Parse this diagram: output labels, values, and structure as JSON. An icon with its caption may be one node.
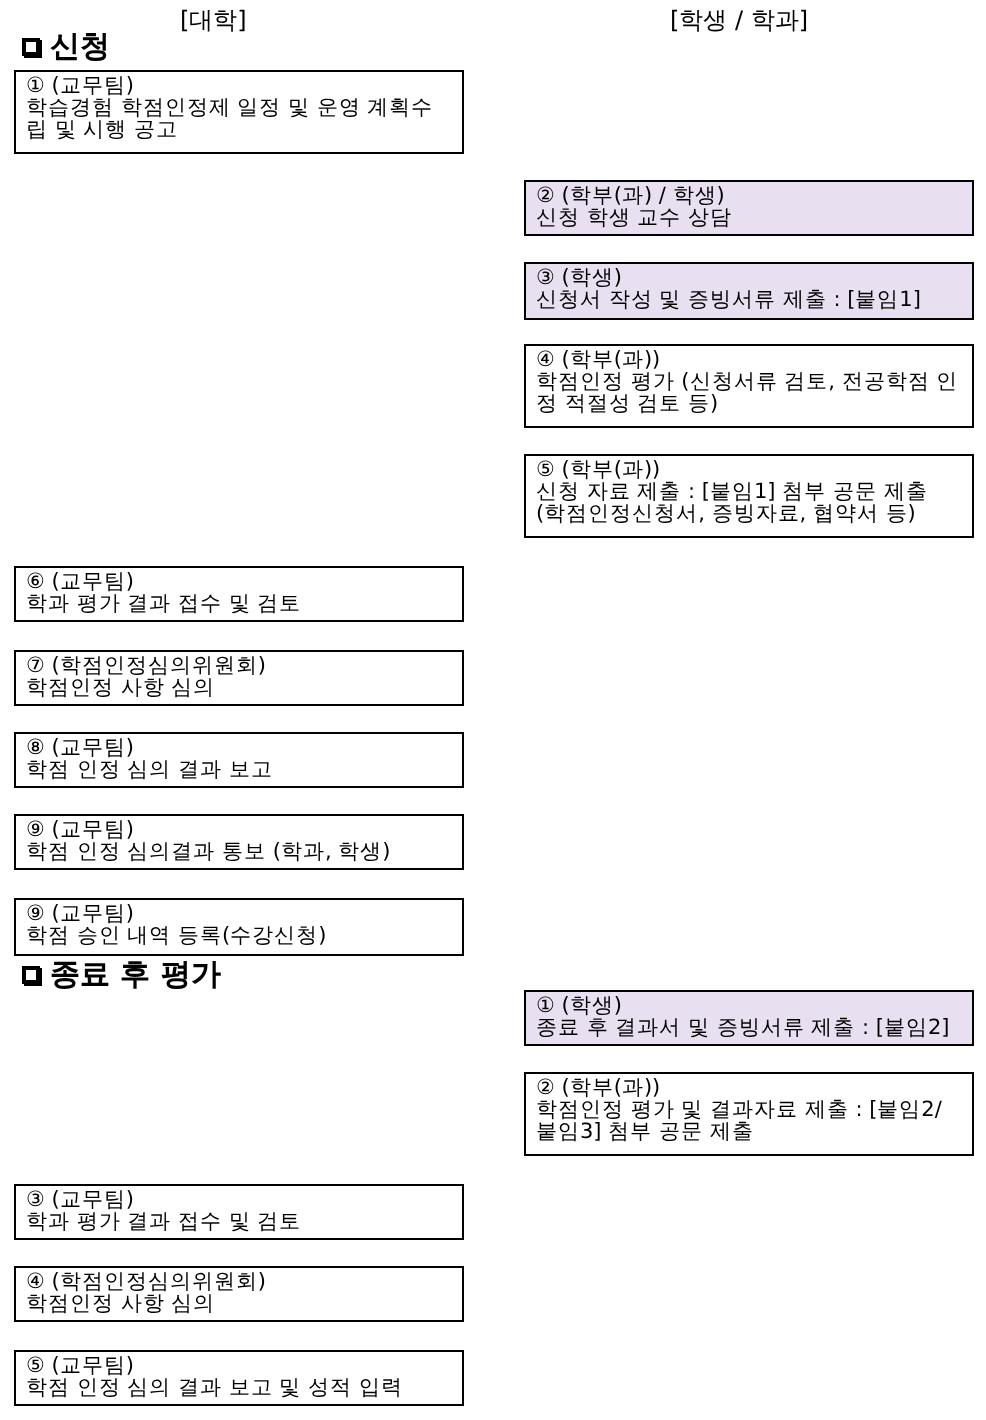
{
  "diagram": {
    "nodes": [
      {
        "text": [
          "① (교무팀)",
          "학습경험 학점인정제 일정 및 운영 계획수립 및 시행 공고"
        ]
      },
      {
        "text": [
          "② (학부(과) / 학생)",
          "신청 학생 교수 상담"
        ]
      },
      {
        "text": [
          "③ (학생)",
          "신청서 작성 및 증빙서류 제출 : [붙임1]"
        ]
      },
      {
        "text": [
          "④ (학부(과))",
          "학점인정 평가 (신청서류 검토, 전공학점 인정 적절성 검토 등)"
        ]
      },
      {
        "text": [
          "⑤ (학부(과))",
          "신청 자료 제출 : [붙임1] 첨부 공문 제출 (학점인정신청서, 증빙자료, 협약서 등)"
        ]
      },
      {
        "text": [
          "⑥ (교무팀)",
          "학과 평가 결과 접수 및 검토"
        ]
      },
      {
        "text": [
          "⑦ (학점인정심의위원회)",
          "학점인정 사항 심의"
        ]
      },
      {
        "text": [
          "⑧ (교무팀)",
          "학점 인정 심의 결과 보고"
        ]
      },
      {
        "text": [
          "⑨ (교무팀)",
          "학점 인정 심의결과 통보 (학과, 학생)"
        ]
      },
      {
        "text": [
          "⑨ (교무팀)",
          "학점 승인 내역 등록(수강신청)"
        ]
      },
      {
        "text": [
          "① (학생)",
          "종료 후 결과서 및 증빙서류 제출 : [붙임2]"
        ]
      },
      {
        "text": [
          "② (학부(과))",
          "학점인정 평가 및 결과자료 제출 : [붙임2/붙임3] 첨부 공문 제출"
        ]
      },
      {
        "text": [
          "③ (교무팀)",
          "학과 평가 결과 접수 및 검토"
        ]
      },
      {
        "text": [
          "④ (학점인정심의위원회)",
          "학점인정 사항 심의"
        ]
      },
      {
        "text": [
          "⑤ (교무팀)",
          "학점 인정 심의 결과 보고 및 성적 입력"
        ]
      }
    ],
    "labels": [
      "[대학]",
      "[학생 / 학과]",
      "신청",
      "종료 후 평가"
    ]
  }
}
